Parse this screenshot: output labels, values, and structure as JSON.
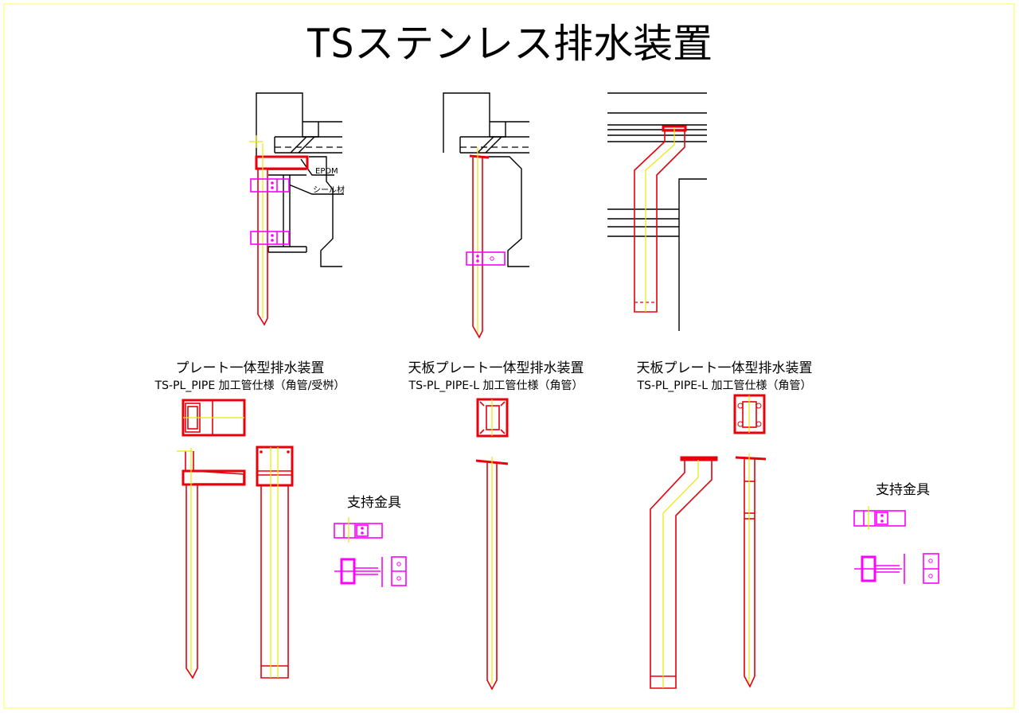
{
  "title": "TSステンレス排水装置",
  "notes": {
    "epdm": "EPDM",
    "seal": "シール材"
  },
  "captions": [
    {
      "line1": "プレート一体型排水装置",
      "line2": "TS-PL_PIPE 加工管仕様（角管/受桝）"
    },
    {
      "line1": "天板プレート一体型排水装置",
      "line2": "TS-PL_PIPE-L 加工管仕様（角管）"
    },
    {
      "line1": "天板プレート一体型排水装置",
      "line2": "TS-PL_PIPE-L 加工管仕様（角管）"
    }
  ],
  "bracket_labels": {
    "left": "支持金具",
    "right": "支持金具"
  },
  "colors": {
    "border": "#ffff66",
    "pipe": "#e8000b",
    "axis": "#e8e800",
    "bracket": "#ff00ff",
    "structure": "#000000"
  }
}
